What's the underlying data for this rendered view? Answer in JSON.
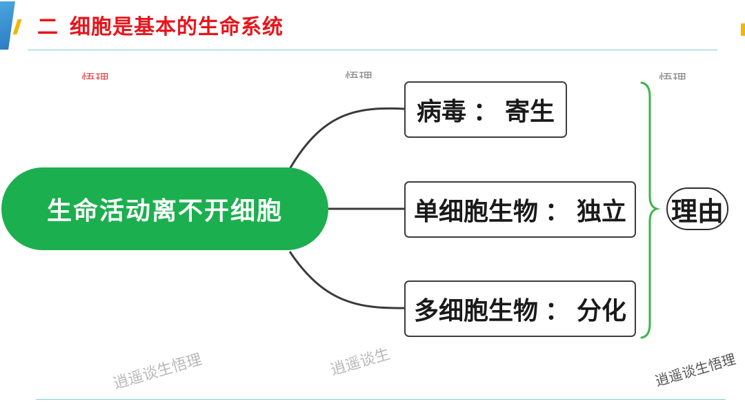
{
  "header": {
    "section_number": "二",
    "title": "细胞是基本的生命系统"
  },
  "diagram": {
    "root": "生命活动离不开细胞",
    "branches": [
      {
        "subject": "病毒",
        "separator": "：",
        "mode": "寄生"
      },
      {
        "subject": "单细胞生物",
        "separator": "：",
        "mode": "独立"
      },
      {
        "subject": "多细胞生物",
        "separator": "：",
        "mode": "分化"
      }
    ],
    "brace_label": "理由"
  },
  "watermarks": {
    "text": "逍遥谈生悟理",
    "top_fragment": "悟理",
    "mid_clip_left": "逍遥谈生悟理",
    "mid_clip_center": "逍遥谈生"
  },
  "colors": {
    "title_red": "#e8141b",
    "root_green": "#1caf4f",
    "brace_green": "#39b54a",
    "accent_blue": "#2b79c2",
    "accent_yellow": "#f2b705"
  }
}
